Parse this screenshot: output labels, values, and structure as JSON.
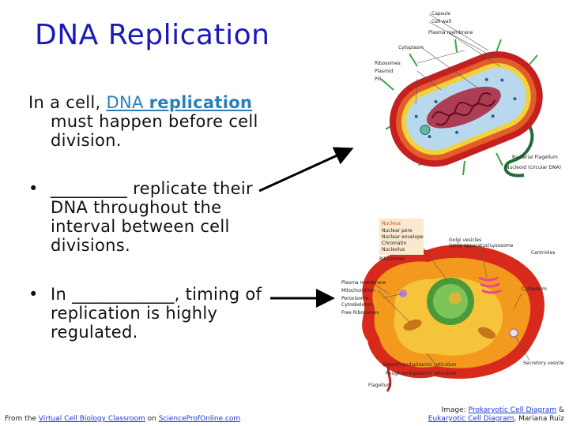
{
  "slide": {
    "title": "DNA Replication",
    "intro_prefix": "In a cell, ",
    "intro_link_word1": "DNA ",
    "intro_link_word2": "replication",
    "intro_line2": "must happen before cell",
    "intro_line3": "division.",
    "bullet_glyph": "•",
    "bullet1": "_________ replicate their DNA throughout the interval between cell divisions.",
    "bullet2": "In ____________, timing of replication is highly regulated."
  },
  "prokaryote_labels": {
    "capsule": "Capsule",
    "cell_wall": "Cell wall",
    "plasma_membrane": "Plasma membrane",
    "cytoplasm": "Cytoplasm",
    "ribosomes": "Ribosomes",
    "plasmid": "Plasmid",
    "pili": "Pili",
    "bacterial_flagellum": "Bacterial Flagellum",
    "nucleoid": "Nucleoid (circular DNA)"
  },
  "eukaryote_labels": {
    "nucleus": "Nucleus",
    "nuclear_pore": "Nuclear pore",
    "nuclear_envelope": "Nuclear envelope",
    "chromatin": "Chromatin",
    "nucleolus": "Nucleolus",
    "ribosomes": "Ribosomes",
    "golgi": "Golgi vesicles",
    "golgi2": "(golgi apparatus)",
    "lysosome": "Lysosome",
    "centrioles": "Centrioles",
    "plasma_membrane": "Plasma membrane",
    "mitochondrion": "Mitochondrion",
    "peroxisome": "Peroxisome",
    "cytoskeleton": "Cytoskeleton",
    "free_ribosomes": "Free Ribosomes",
    "cytoplasm": "Cytoplasm",
    "secretory": "Secretory vesicle",
    "smooth_er": "Smooth endoplasmic reticulum",
    "rough_er": "Rough endoplasmic reticulum",
    "flagellum": "Flagellum"
  },
  "footer": {
    "left_prefix": "From the ",
    "left_link1": "Virtual Cell Biology Classroom",
    "left_mid": " on ",
    "left_link2": "ScienceProfOnline.com",
    "right_prefix": "Image: ",
    "right_link1": "Prokaryotic Cell Diagram",
    "right_amp": " &",
    "right_link2": "Eukaryotic Cell Diagram",
    "right_suffix": ", Mariana Ruiz"
  },
  "colors": {
    "title": "#1a1ab8",
    "link": "#2a7fb8",
    "footer_link": "#1a3ad8"
  }
}
